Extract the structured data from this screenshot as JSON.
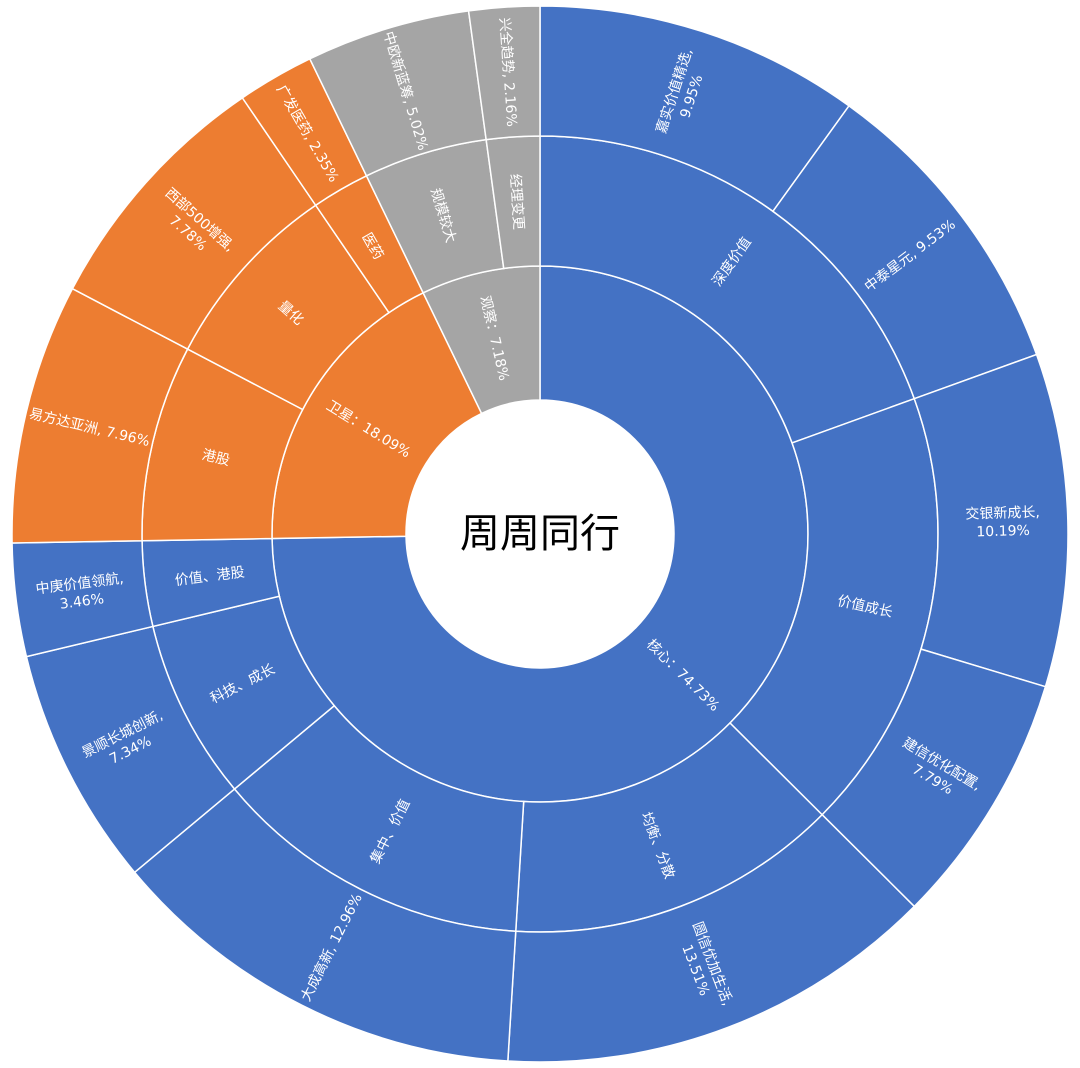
{
  "chart_data": {
    "type": "sunburst",
    "center_title": "周周同行",
    "colors": {
      "核心": "#4472C4",
      "卫星": "#ED7D31",
      "观察": "#A5A5A5",
      "border": "#FFFFFF"
    },
    "rings": [
      {
        "level": 1,
        "segments": [
          {
            "label": "核心：74.73%",
            "group": "核心",
            "value": 74.73
          },
          {
            "label": "卫星：18.09%",
            "group": "卫星",
            "value": 18.09
          },
          {
            "label": "观察：7.18%",
            "group": "观察",
            "value": 7.18
          }
        ]
      },
      {
        "level": 2,
        "segments": [
          {
            "label": "深度价值",
            "group": "核心",
            "value": 19.48
          },
          {
            "label": "价值成长",
            "group": "核心",
            "value": 17.98
          },
          {
            "label": "均衡、分散",
            "group": "核心",
            "value": 13.51
          },
          {
            "label": "集中、价值",
            "group": "核心",
            "value": 12.96
          },
          {
            "label": "科技、成长",
            "group": "核心",
            "value": 7.34
          },
          {
            "label": "价值、港股",
            "group": "核心",
            "value": 3.46
          },
          {
            "label": "港股",
            "group": "卫星",
            "value": 7.96
          },
          {
            "label": "量化",
            "group": "卫星",
            "value": 7.78
          },
          {
            "label": "医药",
            "group": "卫星",
            "value": 2.35
          },
          {
            "label": "规模较大",
            "group": "观察",
            "value": 5.02
          },
          {
            "label": "经理变更",
            "group": "观察",
            "value": 2.16
          }
        ]
      },
      {
        "level": 3,
        "segments": [
          {
            "label": "嘉实价值精选,\n9.95%",
            "group": "核心",
            "value": 9.95
          },
          {
            "label": "中泰星元, 9.53%",
            "group": "核心",
            "value": 9.53
          },
          {
            "label": "交银新成长,\n10.19%",
            "group": "核心",
            "value": 10.19
          },
          {
            "label": "建信优化配置,\n7.79%",
            "group": "核心",
            "value": 7.79
          },
          {
            "label": "圆信优加生活,\n13.51%",
            "group": "核心",
            "value": 13.51
          },
          {
            "label": "大成高新, 12.96%",
            "group": "核心",
            "value": 12.96
          },
          {
            "label": "景顺长城创新,\n7.34%",
            "group": "核心",
            "value": 7.34
          },
          {
            "label": "中庚价值领航,\n3.46%",
            "group": "核心",
            "value": 3.46
          },
          {
            "label": "易方达亚洲, 7.96%",
            "group": "卫星",
            "value": 7.96
          },
          {
            "label": "西部500增强,\n7.78%",
            "group": "卫星",
            "value": 7.78
          },
          {
            "label": "广发医药, 2.35%",
            "group": "卫星",
            "value": 2.35
          },
          {
            "label": "中欧新蓝筹, 5.02%",
            "group": "观察",
            "value": 5.02
          },
          {
            "label": "兴全趋势, 2.16%",
            "group": "观察",
            "value": 2.16
          }
        ]
      }
    ]
  }
}
